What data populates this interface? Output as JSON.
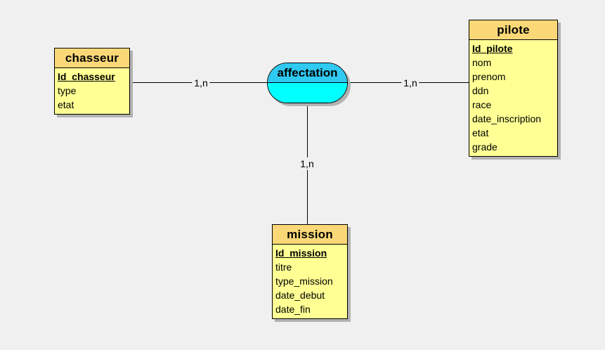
{
  "diagram": {
    "type": "entity-relationship",
    "colors": {
      "background": "#f0f0f0",
      "entity_header": "#fad878",
      "entity_body": "#ffff94",
      "relation_top": "#2fc9f1",
      "relation_bottom": "#00ffff",
      "border": "#000000",
      "shadow": "#b2b2b2"
    },
    "entities": {
      "chasseur": {
        "title": "chasseur",
        "attrs": [
          "Id_chasseur",
          "type",
          "etat"
        ],
        "primary_key": "Id_chasseur"
      },
      "pilote": {
        "title": "pilote",
        "attrs": [
          "Id_pilote",
          "nom",
          "prenom",
          "ddn",
          "race",
          "date_inscription",
          "etat",
          "grade"
        ],
        "primary_key": "Id_pilote"
      },
      "mission": {
        "title": "mission",
        "attrs": [
          "Id_mission",
          "titre",
          "type_mission",
          "date_debut",
          "date_fin"
        ],
        "primary_key": "Id_mission"
      }
    },
    "relation": {
      "title": "affectation"
    },
    "cardinalities": {
      "chasseur_affectation": "1,n",
      "pilote_affectation": "1,n",
      "mission_affectation": "1,n"
    }
  }
}
